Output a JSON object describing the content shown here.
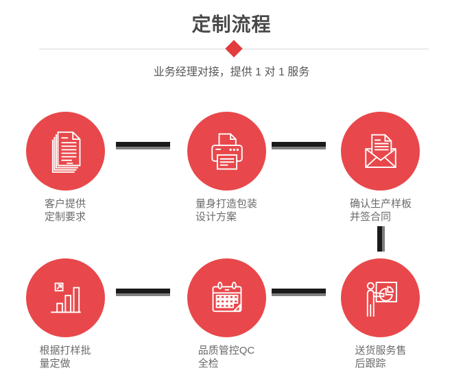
{
  "page": {
    "title": "定制流程",
    "subtitle": "业务经理对接，提供 1 对 1 服务"
  },
  "colors": {
    "circle_red": "#e8484b",
    "diamond_red": "#e23c3e",
    "connector_black": "#1a1a1a",
    "connector_gray": "#7e7e7e",
    "title_gray": "#4a4a4a",
    "subtitle_gray": "#555555",
    "label_gray": "#6a6a6a",
    "divider_gray": "#d9d9d9"
  },
  "steps": [
    {
      "icon": "documents-icon",
      "line1": "客户提供",
      "line2": "定制要求"
    },
    {
      "icon": "printer-icon",
      "line1": "量身打造包装",
      "line2": "设计方案"
    },
    {
      "icon": "envelope-icon",
      "line1": "确认生产样板",
      "line2": "并签合同"
    },
    {
      "icon": "bar-chart-icon",
      "line1": "根据打样批",
      "line2": "量定做"
    },
    {
      "icon": "calendar-icon",
      "line1": "品质管控QC",
      "line2": "全检"
    },
    {
      "icon": "presentation-icon",
      "line1": "送货服务售",
      "line2": "后跟踪"
    }
  ]
}
